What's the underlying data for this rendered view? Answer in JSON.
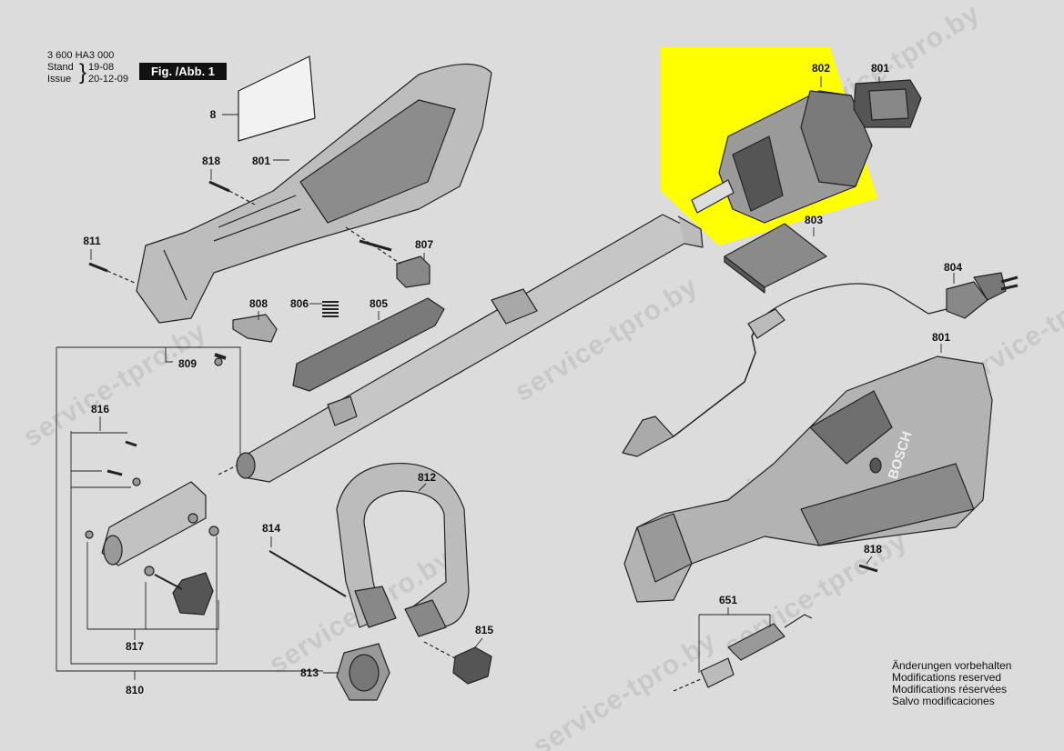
{
  "header": {
    "doc_number": "3 600 HA3 000",
    "stand_label": "Stand",
    "stand_date": "19-08",
    "issue_label": "Issue",
    "issue_date": "20-12-09",
    "fig_label": "Fig. /Abb. 1"
  },
  "highlight_color": "#ffff00",
  "watermark": "service-tpro.by",
  "brand_on_housing": "BOSCH",
  "part_labels": {
    "p8": "8",
    "p801_top": "801",
    "p801_cap": "801",
    "p801_housing": "801",
    "p802": "802",
    "p803": "803",
    "p804": "804",
    "p805": "805",
    "p806": "806",
    "p807": "807",
    "p808": "808",
    "p809": "809",
    "p810": "810",
    "p811": "811",
    "p812": "812",
    "p813": "813",
    "p814": "814",
    "p815": "815",
    "p816": "816",
    "p817": "817",
    "p818_top": "818",
    "p818_right": "818",
    "p651": "651"
  },
  "notes": [
    "Änderungen vorbehalten",
    "Modifications reserved",
    "Modifications réservées",
    "Salvo modificaciones"
  ]
}
